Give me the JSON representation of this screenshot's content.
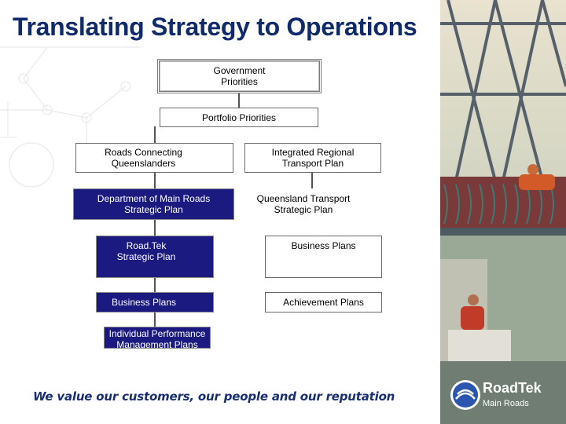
{
  "title": "Translating Strategy to Operations",
  "boxes": {
    "gov": "Government\nPriorities",
    "portfolio": "Portfolio Priorities",
    "roads_connecting": "Roads Connecting\nQueenslanders",
    "integrated": "Integrated Regional\nTransport Plan",
    "dmr": "Department of Main Roads\nStrategic Plan",
    "qld_transport": "Queensland Transport\nStrategic Plan",
    "roadtek": "Road.Tek\nStrategic Plan",
    "business_right": "Business Plans",
    "business_left": "Business Plans",
    "achievement": "Achievement Plans",
    "individual": "Individual Performance\nManagement Plans"
  },
  "tagline": "We value our customers, our people and our reputation",
  "logo": {
    "name": "RoadTek",
    "sub": "Main Roads"
  },
  "colors": {
    "title": "#102a6b",
    "navy_box": "#1a1a80",
    "tagline": "#1a2e74"
  }
}
